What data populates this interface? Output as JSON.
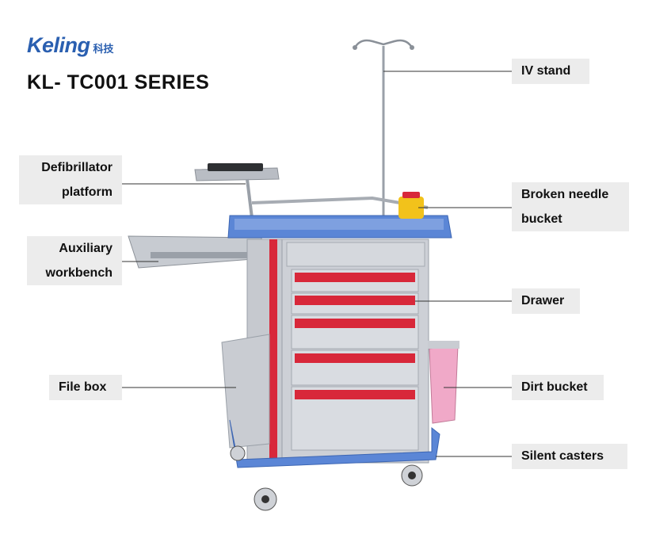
{
  "brand": {
    "name": "Keling",
    "subtitle": "科技"
  },
  "title": "KL- TC001 SERIES",
  "labels": {
    "iv_stand": "IV stand",
    "defib_line1": "Defibrillator",
    "defib_line2": "platform",
    "broken_line1": "Broken needle",
    "broken_line2": "bucket",
    "aux_line1": "Auxiliary",
    "aux_line2": "workbench",
    "drawer": "Drawer",
    "file_box": "File box",
    "dirt_bucket": "Dirt bucket",
    "silent_casters": "Silent casters"
  },
  "colors": {
    "accent_blue": "#5b86d6",
    "drawer_red": "#d8283a",
    "body_gray": "#c9ccd2",
    "brand_blue": "#2a5fb0"
  }
}
